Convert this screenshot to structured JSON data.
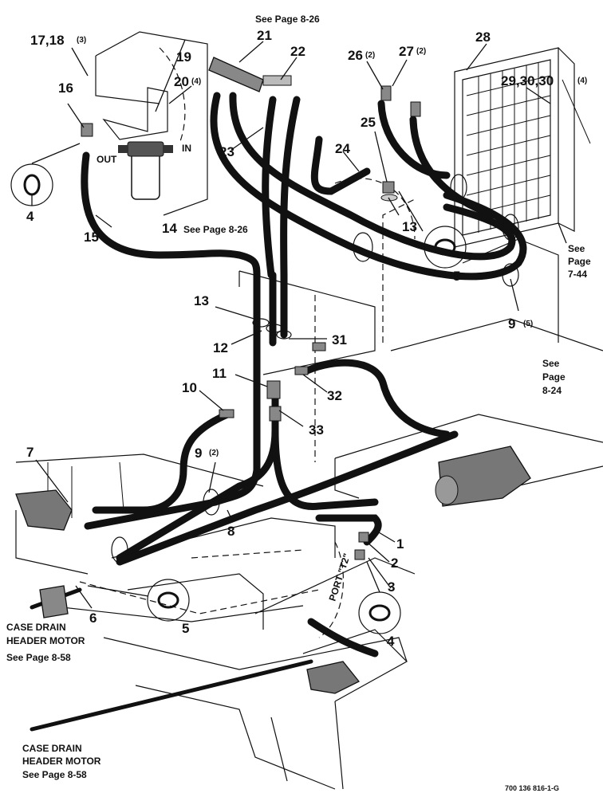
{
  "references": {
    "top_center": "See Page 8-26",
    "filter": "See Page 8-26",
    "cooler": [
      "See",
      "Page",
      "7-44"
    ],
    "frame": [
      "See",
      "Page",
      "8-24"
    ],
    "case_drain_1": [
      "CASE DRAIN",
      "HEADER MOTOR",
      "See Page 8-58"
    ],
    "case_drain_2": [
      "CASE DRAIN",
      "HEADER MOTOR",
      "See Page 8-58"
    ]
  },
  "filter_ports": {
    "out": "OUT",
    "in": "IN"
  },
  "port_label": "PORT \"T2\"",
  "callouts": {
    "c1": "1",
    "c2": "2",
    "c3": "3",
    "c4a": "4",
    "c4b": "4",
    "c5a": "5",
    "c5b": "5",
    "c6": "6",
    "c7": "7",
    "c8": "8",
    "c9a": "9",
    "c9a_qty": "(2)",
    "c9b": "9",
    "c9b_qty": "(5)",
    "c10": "10",
    "c11": "11",
    "c12": "12",
    "c13a": "13",
    "c13b": "13",
    "c14": "14",
    "c15": "15",
    "c16": "16",
    "c17": "17,18",
    "c17_qty": "(3)",
    "c19": "19",
    "c20": "20",
    "c20_qty": "(4)",
    "c21": "21",
    "c22": "22",
    "c23": "23",
    "c24": "24",
    "c25": "25",
    "c26": "26",
    "c26_qty": "(2)",
    "c27": "27",
    "c27_qty": "(2)",
    "c28": "28",
    "c29": "29,30,30",
    "c29_qty": "(4)",
    "c31": "31",
    "c32": "32",
    "c33": "33"
  },
  "figure_id": "700 136 816-1-G"
}
